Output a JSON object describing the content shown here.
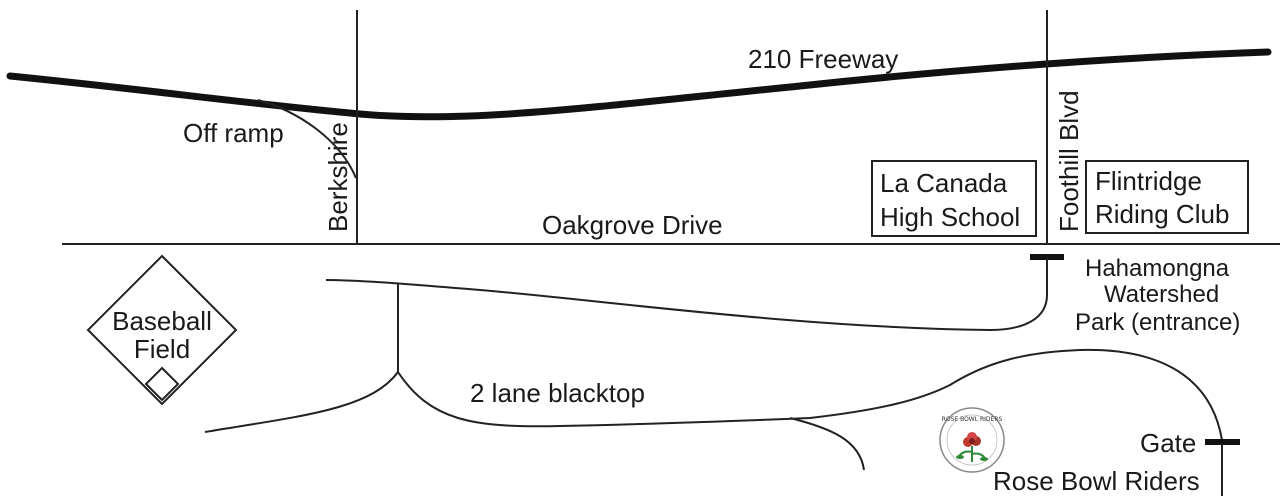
{
  "map": {
    "freeway_label": "210 Freeway",
    "off_ramp_label": "Off ramp",
    "berkshire_label": "Berkshire",
    "oakgrove_label": "Oakgrove Drive",
    "foothill_label": "Foothill Blvd",
    "school": {
      "line1": "La Canada",
      "line2": "High School"
    },
    "riding_club": {
      "line1": "Flintridge",
      "line2": "Riding Club"
    },
    "park": {
      "line1": "Hahamongna",
      "line2": "Watershed",
      "line3": "Park (entrance)"
    },
    "baseball": {
      "line1": "Baseball",
      "line2": "Field"
    },
    "blacktop_label": "2 lane blacktop",
    "gate_label": "Gate",
    "rose_bowl_label": "Rose Bowl Riders",
    "logo_text": "ROSE BOWL RIDERS",
    "colors": {
      "ink": "#1a1a1a",
      "rose": "#c0392b",
      "leaf": "#2e8b3a"
    }
  }
}
